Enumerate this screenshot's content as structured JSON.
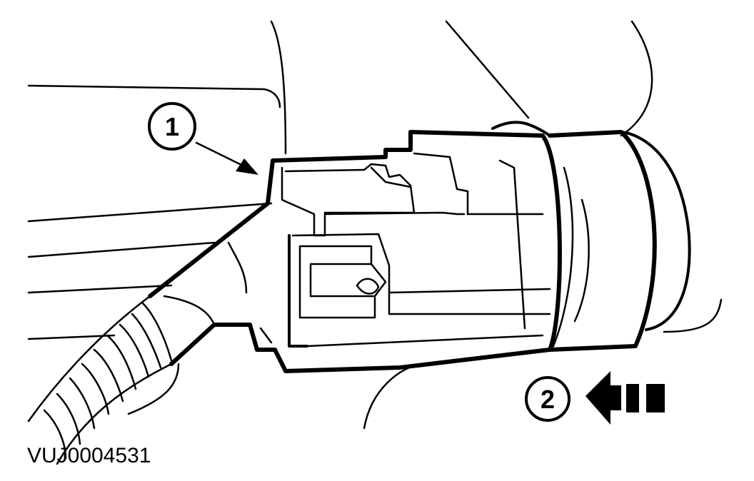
{
  "figure": {
    "code": "VUJ0004531",
    "callouts": [
      {
        "number": "1",
        "target": "connector-locking-tab"
      },
      {
        "number": "2",
        "target": "disconnect-direction"
      }
    ]
  },
  "colors": {
    "line": "#000000",
    "background": "#ffffff"
  }
}
